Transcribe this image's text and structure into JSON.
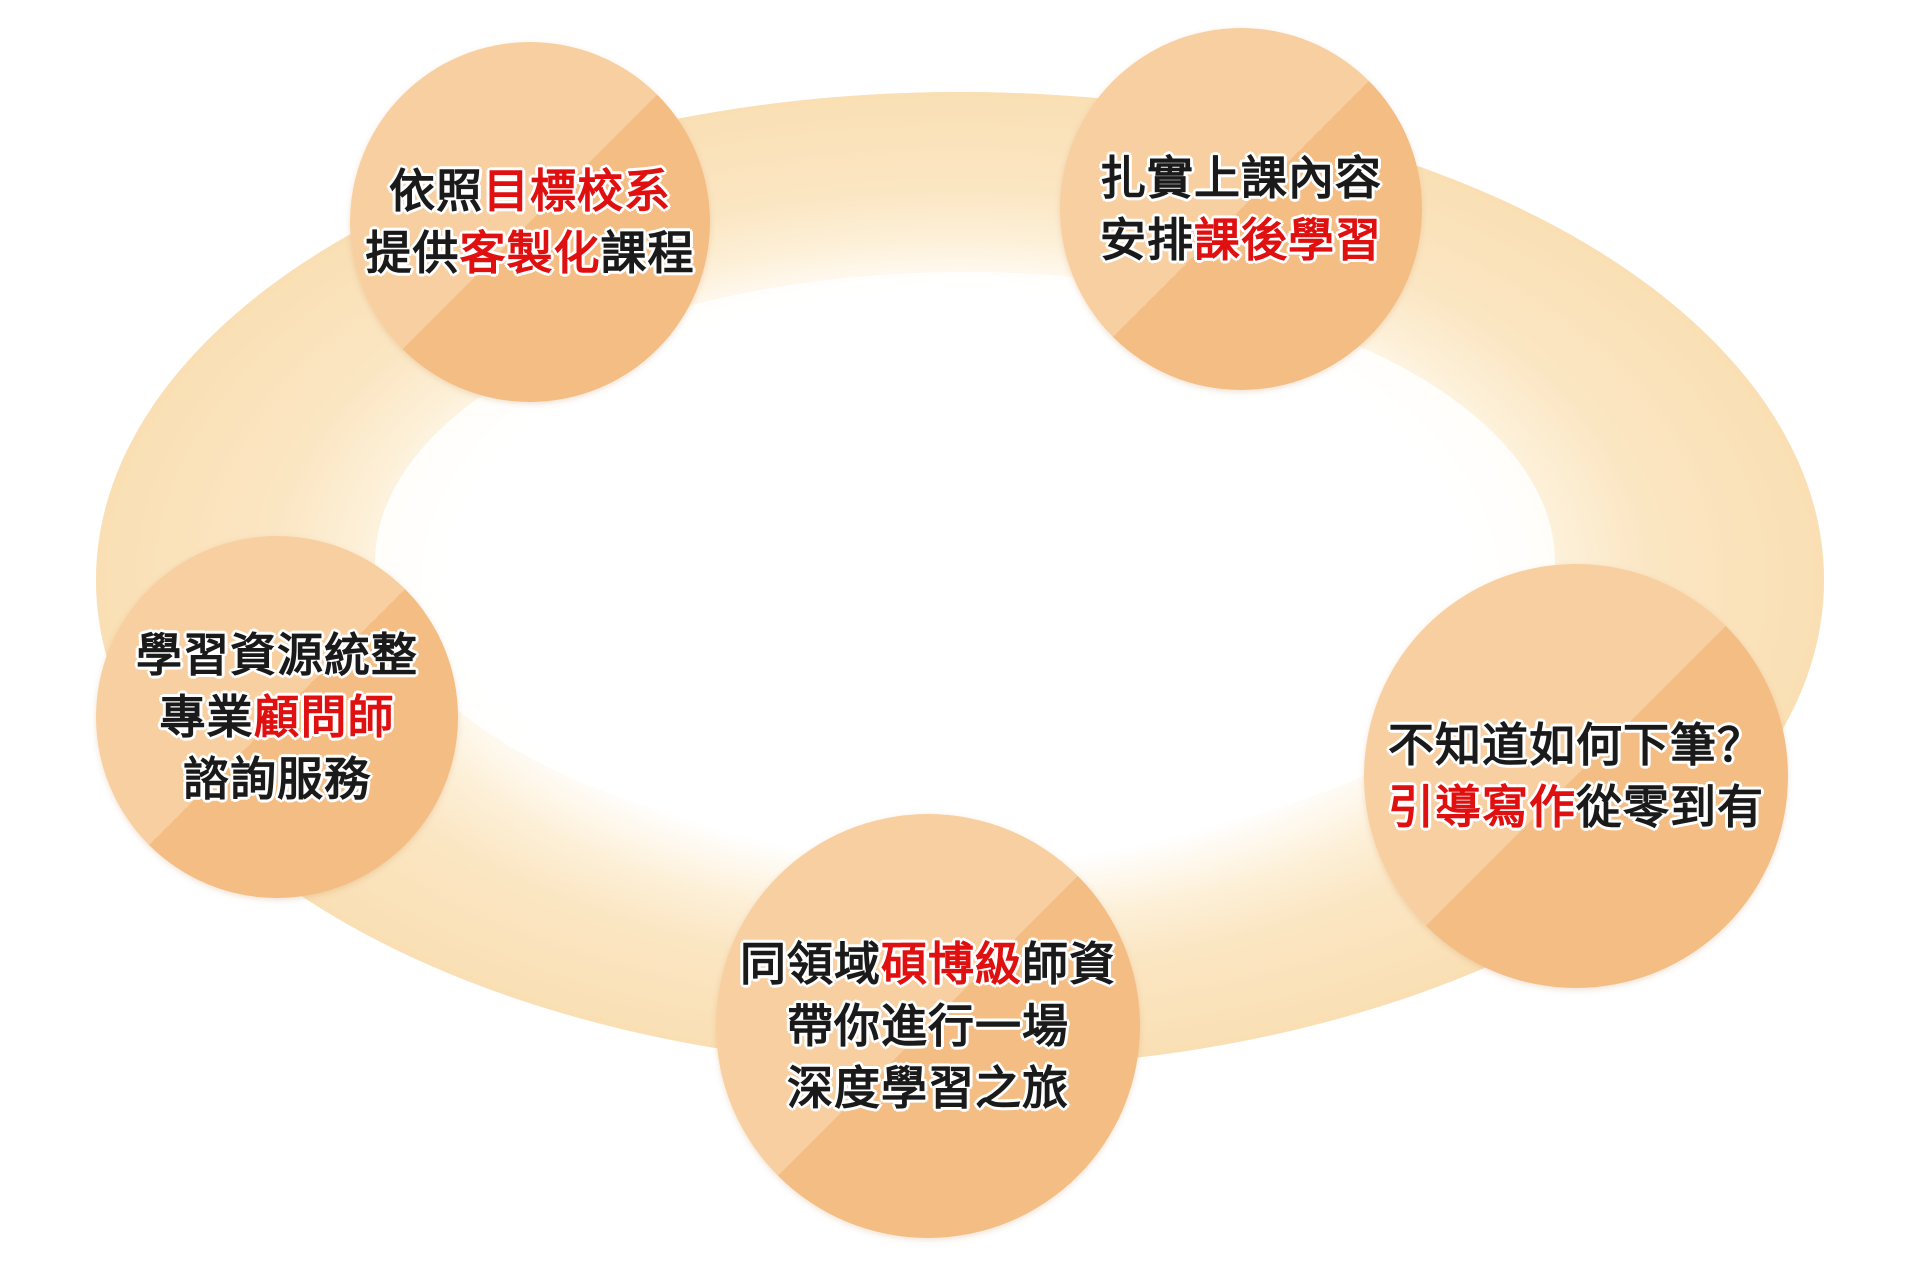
{
  "colors": {
    "ring_outer": "#fbe6c3",
    "ring_inner": "#ffffff",
    "circle_light": "#f8cfa0",
    "circle_dark": "#f3bd84",
    "highlight": "#e01010",
    "text": "#1a1a1a"
  },
  "circles": [
    {
      "lines": [
        [
          "依照",
          "目標校系"
        ],
        [
          "提供",
          "客製化",
          "課程"
        ]
      ]
    },
    {
      "lines": [
        [
          "扎實上課內容"
        ],
        [
          "安排",
          "課後學習"
        ]
      ]
    },
    {
      "lines": [
        [
          "學習資源統整"
        ],
        [
          "專業",
          "顧問師"
        ],
        [
          "諮詢服務"
        ]
      ]
    },
    {
      "lines": [
        [
          "不知道如何下筆？"
        ],
        [
          "",
          "引導寫作",
          "從零到有"
        ]
      ]
    },
    {
      "lines": [
        [
          "同領域",
          "碩博級",
          "師資"
        ],
        [
          "帶你進行一場"
        ],
        [
          "深度學習之旅"
        ]
      ]
    }
  ]
}
